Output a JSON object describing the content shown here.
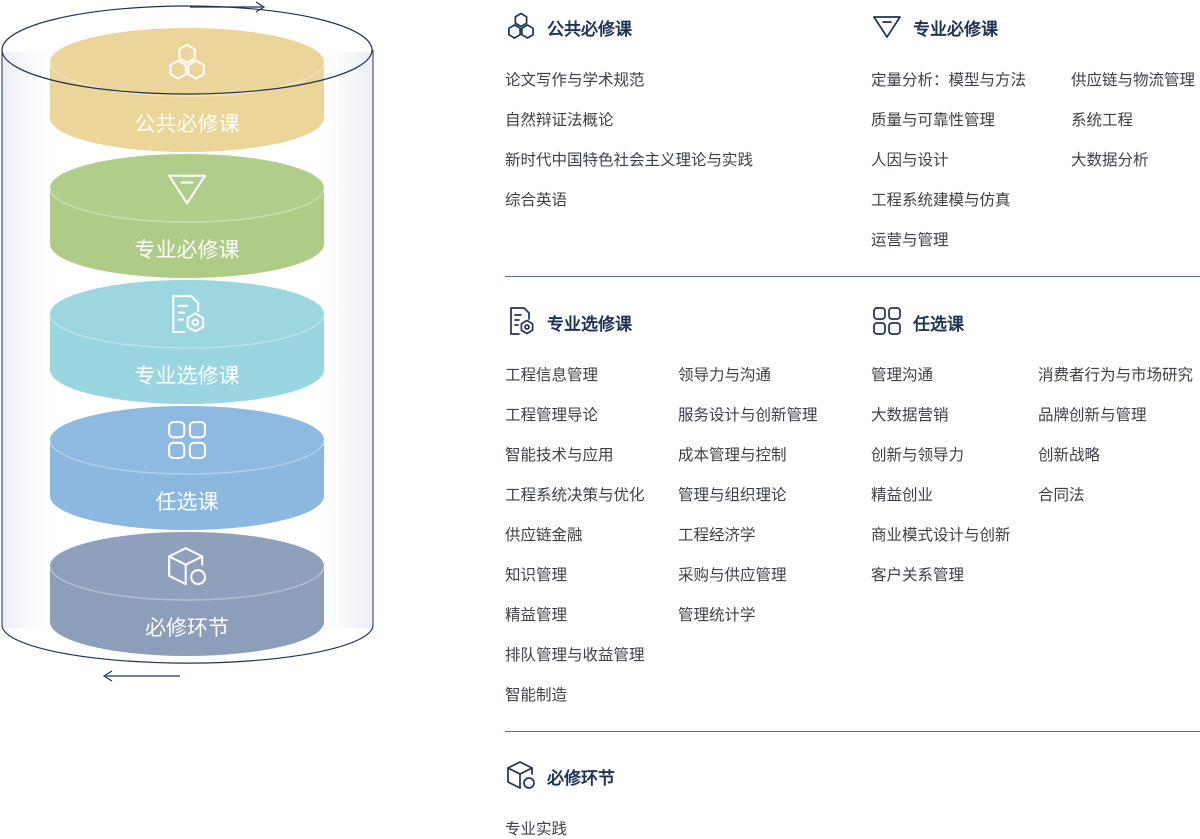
{
  "colors": {
    "public_required": "#e9d08e",
    "major_required": "#a6c67a",
    "major_elective": "#8fd2db",
    "elective": "#7fb0dc",
    "required_link": "#7f93b3",
    "title_text": "#1f3356",
    "divider": "#5a6f8c"
  },
  "cylinder": {
    "layers": [
      {
        "label": "公共必修课",
        "icon": "hexagon-cluster-icon"
      },
      {
        "label": "专业必修课",
        "icon": "diamond-gem-icon"
      },
      {
        "label": "专业选修课",
        "icon": "document-gear-icon"
      },
      {
        "label": "任选课",
        "icon": "four-squares-icon"
      },
      {
        "label": "必修环节",
        "icon": "cube-circle-icon"
      }
    ]
  },
  "sections": {
    "public_required": {
      "title": "公共必修课",
      "icon": "hexagon-cluster-icon",
      "col1": [
        "论文写作与学术规范",
        "自然辩证法概论",
        "新时代中国特色社会主义理论与实践",
        "综合英语"
      ]
    },
    "major_required": {
      "title": "专业必修课",
      "icon": "diamond-gem-icon",
      "col1": [
        "定量分析：模型与方法",
        "质量与可靠性管理",
        "人因与设计",
        "工程系统建模与仿真",
        "运营与管理"
      ],
      "col2": [
        "供应链与物流管理",
        "系统工程",
        "大数据分析"
      ]
    },
    "major_elective": {
      "title": "专业选修课",
      "icon": "document-gear-icon",
      "col1": [
        "工程信息管理",
        "工程管理导论",
        "智能技术与应用",
        "工程系统决策与优化",
        "供应链金融",
        "知识管理",
        "精益管理",
        "排队管理与收益管理",
        "智能制造"
      ],
      "col2": [
        "领导力与沟通",
        "服务设计与创新管理",
        "成本管理与控制",
        "管理与组织理论",
        "工程经济学",
        "采购与供应管理",
        "管理统计学"
      ]
    },
    "elective": {
      "title": "任选课",
      "icon": "four-squares-icon",
      "col1": [
        "管理沟通",
        "大数据营销",
        "创新与领导力",
        "精益创业",
        "商业模式设计与创新",
        "客户关系管理"
      ],
      "col2": [
        "消费者行为与市场研究",
        "品牌创新与管理",
        "创新战略",
        "合同法"
      ]
    },
    "required_link": {
      "title": "必修环节",
      "icon": "cube-circle-icon",
      "col1": [
        "专业实践"
      ]
    }
  }
}
